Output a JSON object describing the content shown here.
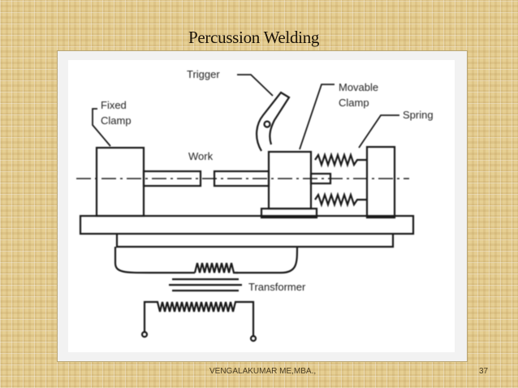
{
  "slide": {
    "title": "Percussion Welding",
    "footer_author": "VENGALAKUMAR ME,MBA.,",
    "page_number": "37"
  },
  "diagram": {
    "labels": {
      "trigger": "Trigger",
      "movable_clamp_line1": "Movable",
      "movable_clamp_line2": "Clamp",
      "fixed_clamp_line1": "Fixed",
      "fixed_clamp_line2": "Clamp",
      "spring": "Spring",
      "work": "Work",
      "transformer": "Transformer"
    }
  }
}
